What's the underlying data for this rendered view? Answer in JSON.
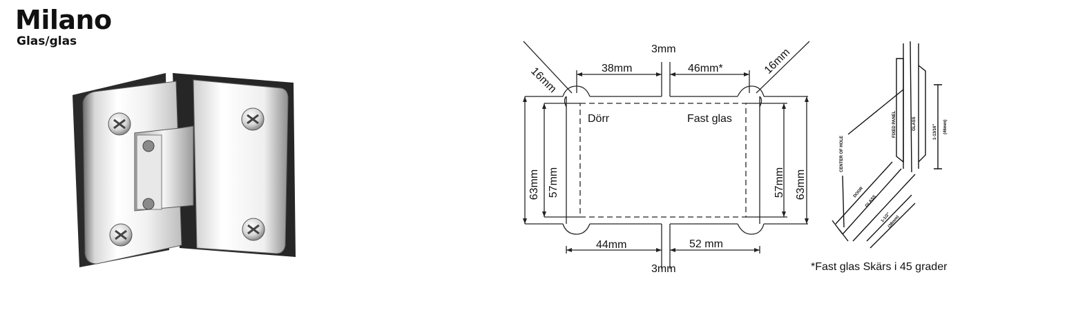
{
  "header": {
    "title": "Milano",
    "subtitle": "Glas/glas"
  },
  "diagram": {
    "gap_top": "3mm",
    "gap_bottom": "3mm",
    "radius_left": "16mm",
    "radius_right": "16mm",
    "top_left_dim": "38mm",
    "top_right_dim": "46mm*",
    "bottom_left_dim": "44mm",
    "bottom_right_dim": "52 mm",
    "left_outer_height": "63mm",
    "left_inner_height": "57mm",
    "right_inner_height": "57mm",
    "right_outer_height": "63mm",
    "door_label": "Dörr",
    "fixed_label": "Fast glas"
  },
  "side_view": {
    "center_of_hole": "CENTER OF HOLE",
    "fixed_panel": "FIXED PANEL",
    "glass_top": "GLASS",
    "dim_top": "1-13/16\"",
    "dim_top_mm": "(46mm)",
    "door": "DOOR",
    "glass_bottom": "GLASS",
    "dim_bottom": "1-1/2\"",
    "dim_bottom_mm": "(38mm)"
  },
  "note": "*Fast glas Skärs i 45 grader"
}
